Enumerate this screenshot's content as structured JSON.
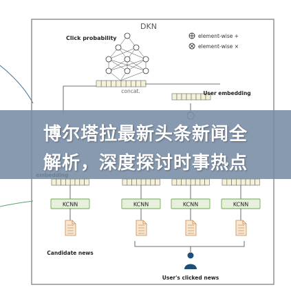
{
  "diagram": {
    "title": "DKN",
    "click_probability": "Click probability",
    "legend": {
      "add_label": "element-wise +",
      "mul_label": "element-wise ×"
    },
    "concat_label": "concat.",
    "user_embedding_label": "User embedding",
    "embedding_label": "embedding",
    "kcnn_label": "KCNN",
    "candidate_news_label": "Candidate news",
    "clicked_news_label": "User's clicked news"
  },
  "banner": {
    "line1": "博尔塔拉最新头条新闻全",
    "line2": "解析，深度探讨时事热点"
  },
  "colors": {
    "frame": "#8a8a8a",
    "cell_fill": "#f5f0d8",
    "cell_stroke": "#777777",
    "kcnn_fill": "#e6f0dc",
    "kcnn_stroke": "#6aa84f",
    "doc_fill": "#f7e6d2",
    "doc_stroke": "#c98a4e",
    "user_fill": "#1f4e79",
    "green_line": "#5aa36a",
    "blue_line": "#3a6e9a",
    "banner_bg": "#7c8fa6"
  }
}
